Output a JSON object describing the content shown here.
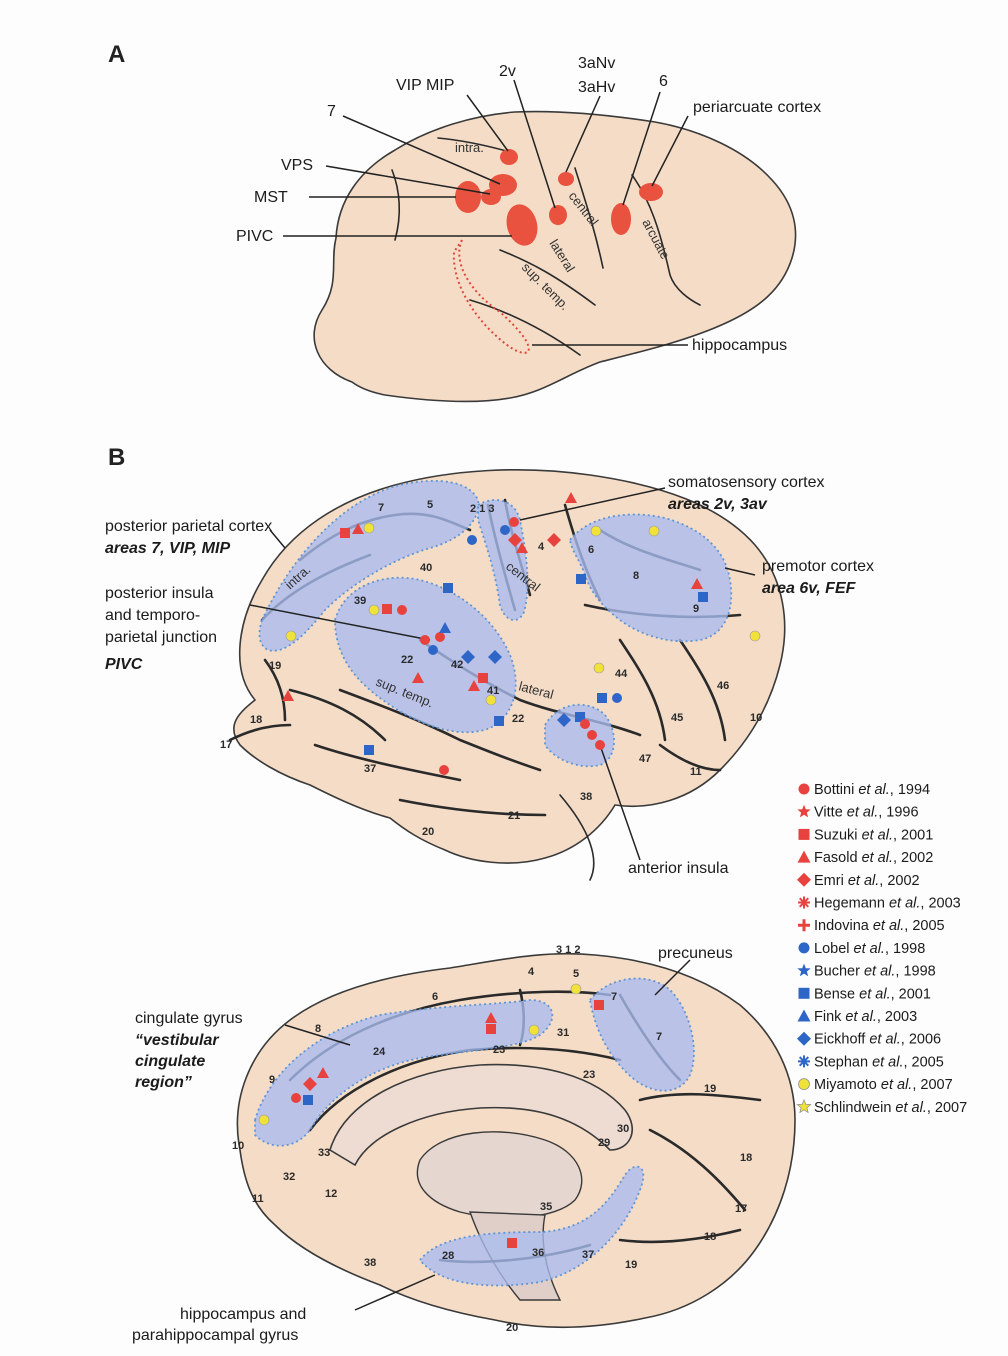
{
  "panels": {
    "a": "A",
    "b": "B"
  },
  "panel_a": {
    "labels": {
      "l7": "7",
      "vip_mip": "VIP MIP",
      "l2v": "2v",
      "l3anv": "3aNv",
      "l3ahv": "3aHv",
      "l6": "6",
      "periarcuate": "periarcuate cortex",
      "vps": "VPS",
      "mst": "MST",
      "pivc": "PIVC",
      "hippocampus": "hippocampus"
    },
    "sulci": {
      "intra": "intra.",
      "central": "central",
      "arcuate": "arcuate",
      "lateral": "lateral",
      "sup_temp": "sup. temp."
    }
  },
  "panel_b": {
    "somatosensory": {
      "line1": "somatosensory cortex",
      "line2": "areas 2v, 3av"
    },
    "posterior_parietal": {
      "line1": "posterior parietal cortex",
      "line2": "areas 7, VIP, MIP"
    },
    "premotor": {
      "line1": "premotor cortex",
      "line2": "area 6v, FEF"
    },
    "posterior_insula": {
      "line1": "posterior insula",
      "line2": "and temporo-",
      "line3": "parietal junction",
      "line4": "PIVC"
    },
    "anterior_insula": "anterior insula",
    "precuneus": "precuneus",
    "cingulate": {
      "line1": "cingulate gyrus",
      "line2": "“vestibular",
      "line3": "cingulate",
      "line4": "region”"
    },
    "hippocampus": {
      "line1": "hippocampus and",
      "line2": "parahippocampal gyrus"
    },
    "sulci": {
      "intra": "intra.",
      "central": "central",
      "sup_temp": "sup. temp.",
      "lateral": "lateral"
    },
    "lateral_areas": {
      "a7": "7",
      "a5": "5",
      "a213": "2 1 3",
      "a4": "4",
      "a40": "40",
      "a6": "6",
      "a8": "8",
      "a9": "9",
      "a39": "39",
      "a22a": "22",
      "a42": "42",
      "a41": "41",
      "a44": "44",
      "a46": "46",
      "a45": "45",
      "a10": "10",
      "a19": "19",
      "a18": "18",
      "a17": "17",
      "a37": "37",
      "a22b": "22",
      "a47": "47",
      "a11": "11",
      "a38": "38",
      "a21": "21",
      "a20": "20"
    },
    "medial_areas": {
      "m312": "3 1 2",
      "m4": "4",
      "m5": "5",
      "m6": "6",
      "m7a": "7",
      "m7b": "7",
      "m8": "8",
      "m24": "24",
      "m23a": "23",
      "m31": "31",
      "m23b": "23",
      "m9": "9",
      "m19a": "19",
      "m10": "10",
      "m33": "33",
      "m30": "30",
      "m29": "29",
      "m18a": "18",
      "m32": "32",
      "m12": "12",
      "m11": "11",
      "m35": "35",
      "m17": "17",
      "m18b": "18",
      "m38": "38",
      "m28": "28",
      "m36": "36",
      "m37": "37",
      "m19b": "19",
      "m20": "20"
    }
  },
  "legend": [
    {
      "name": "Bottini",
      "year": ", 1994",
      "symbol": "circle",
      "color": "#e8423f"
    },
    {
      "name": "Vitte",
      "year": ", 1996",
      "symbol": "star",
      "color": "#e8423f"
    },
    {
      "name": "Suzuki",
      "year": ", 2001",
      "symbol": "square",
      "color": "#e8423f"
    },
    {
      "name": "Fasold",
      "year": ", 2002",
      "symbol": "triangle",
      "color": "#e8423f"
    },
    {
      "name": "Emri",
      "year": ", 2002",
      "symbol": "diamond",
      "color": "#e8423f"
    },
    {
      "name": "Hegemann",
      "year": ", 2003",
      "symbol": "asterisk",
      "color": "#e8423f"
    },
    {
      "name": "Indovina",
      "year": ", 2005",
      "symbol": "cross",
      "color": "#e8423f"
    },
    {
      "name": "Lobel",
      "year": ", 1998",
      "symbol": "circle",
      "color": "#2e66c8"
    },
    {
      "name": "Bucher",
      "year": ", 1998",
      "symbol": "star",
      "color": "#2e66c8"
    },
    {
      "name": "Bense",
      "year": ", 2001",
      "symbol": "square",
      "color": "#2e66c8"
    },
    {
      "name": "Fink",
      "year": ", 2003",
      "symbol": "triangle",
      "color": "#2e66c8"
    },
    {
      "name": "Eickhoff",
      "year": ", 2006",
      "symbol": "diamond",
      "color": "#2e66c8"
    },
    {
      "name": "Stephan",
      "year": ", 2005",
      "symbol": "asterisk",
      "color": "#2e66c8"
    },
    {
      "name": "Miyamoto",
      "year": ", 2007",
      "symbol": "circle",
      "color": "#f1e23a"
    },
    {
      "name": "Schlindwein",
      "year": ", 2007",
      "symbol": "star",
      "color": "#f1e23a"
    }
  ],
  "legend_suffix": "et al."
}
